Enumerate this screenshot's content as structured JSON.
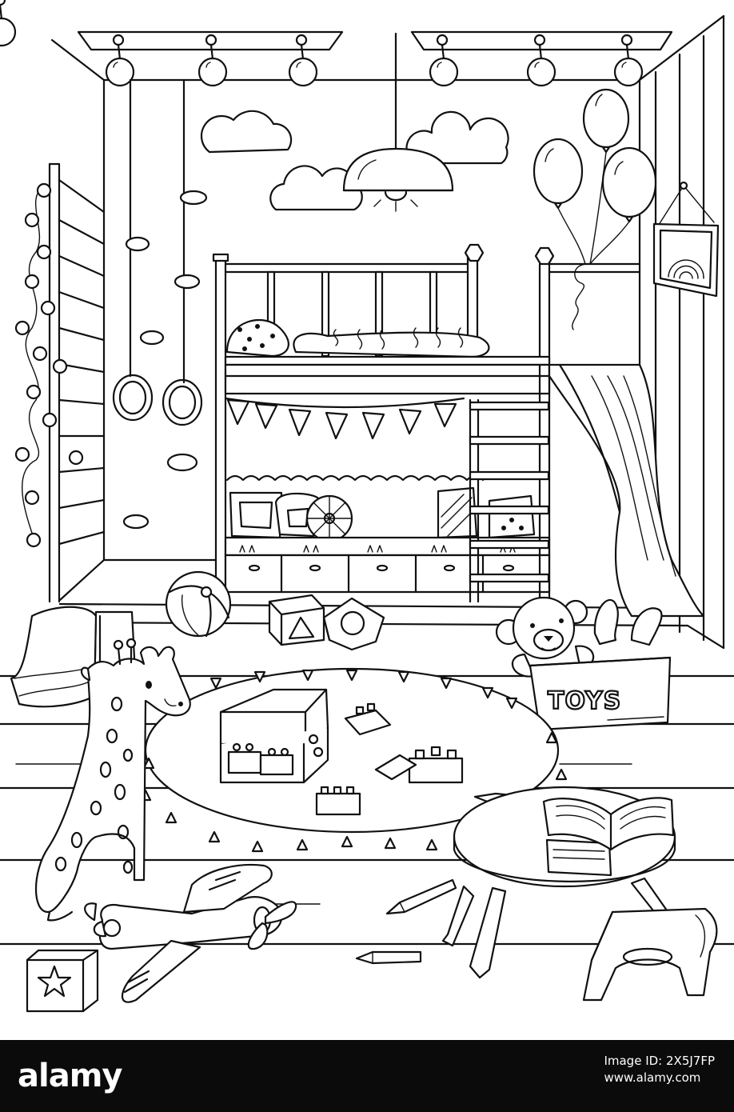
{
  "illustration": {
    "subject": "Line-art coloring page of a child's playroom",
    "toy_box_label": "TOYS"
  },
  "watermark": {
    "logo": "alamy",
    "image_id_line": "Image ID: 2X5J7FP",
    "site_line": "www.alamy.com"
  }
}
